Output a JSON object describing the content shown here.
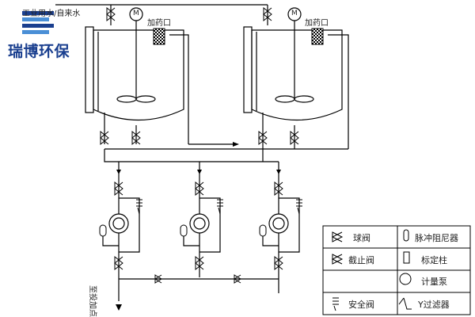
{
  "logo": {
    "text": "瑞博环保",
    "color": "#1a3f8f"
  },
  "water_source": "工业用水/自来水",
  "dosing_port": "加药口",
  "outlet": "至投加点",
  "motor_symbol": "M",
  "legend": [
    {
      "label": "球阀",
      "icon": "ball-valve-icon"
    },
    {
      "label": "脉冲阻尼器",
      "icon": "pulse-damper-icon"
    },
    {
      "label": "截止阀",
      "icon": "globe-valve-icon"
    },
    {
      "label": "标定柱",
      "icon": "calibration-column-icon"
    },
    {
      "label": "计量泵",
      "icon": "metering-pump-icon"
    },
    {
      "label": "安全阀",
      "icon": "safety-valve-icon"
    },
    {
      "label": "Y过滤器",
      "icon": "y-strainer-icon"
    }
  ]
}
